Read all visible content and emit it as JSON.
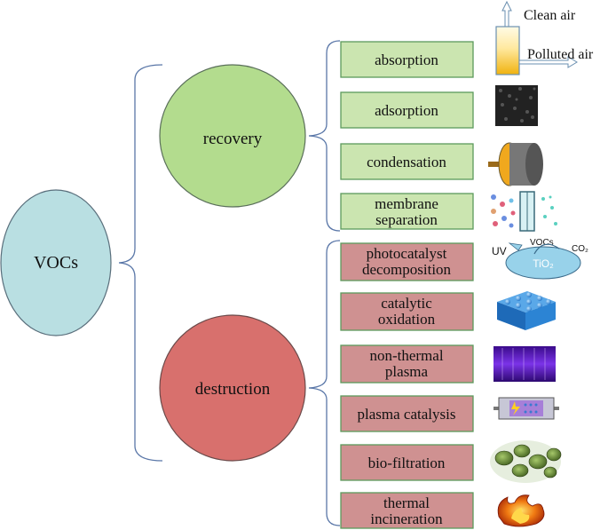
{
  "root": {
    "label": "VOCs",
    "color": "#b9dfe2"
  },
  "categories": [
    {
      "label": "recovery",
      "color": "#b3dc8e",
      "box_color": "#cbe5b0",
      "methods": [
        {
          "lines": [
            "absorption"
          ]
        },
        {
          "lines": [
            "adsorption"
          ]
        },
        {
          "lines": [
            "condensation"
          ]
        },
        {
          "lines": [
            "membrane",
            "separation"
          ]
        }
      ]
    },
    {
      "label": "destruction",
      "color": "#d8706d",
      "box_color": "#cf9191",
      "methods": [
        {
          "lines": [
            "photocatalyst",
            "decomposition"
          ]
        },
        {
          "lines": [
            "catalytic",
            "oxidation"
          ]
        },
        {
          "lines": [
            "non-thermal",
            "plasma"
          ]
        },
        {
          "lines": [
            "plasma catalysis"
          ]
        },
        {
          "lines": [
            "bio-filtration"
          ]
        },
        {
          "lines": [
            "thermal",
            "incineration"
          ]
        }
      ]
    }
  ],
  "absorption_labels": {
    "clean_air": "Clean air",
    "polluted_air": "Polluted air"
  },
  "photocatalyst_labels": {
    "uv": "UV",
    "vocs": "VOCs",
    "co2": "CO₂",
    "tio2": "TiO₂"
  },
  "icons": [
    "absorption-column-icon",
    "adsorbent-carbon-icon",
    "condenser-icon",
    "membrane-icon",
    "photocatalyst-icon",
    "catalyst-lattice-icon",
    "plasma-discharge-icon",
    "plasma-reactor-icon",
    "biofilm-icon",
    "flame-icon"
  ],
  "colors": {
    "bracket": "#5a77a8",
    "box_border": "#5c9a5c"
  }
}
